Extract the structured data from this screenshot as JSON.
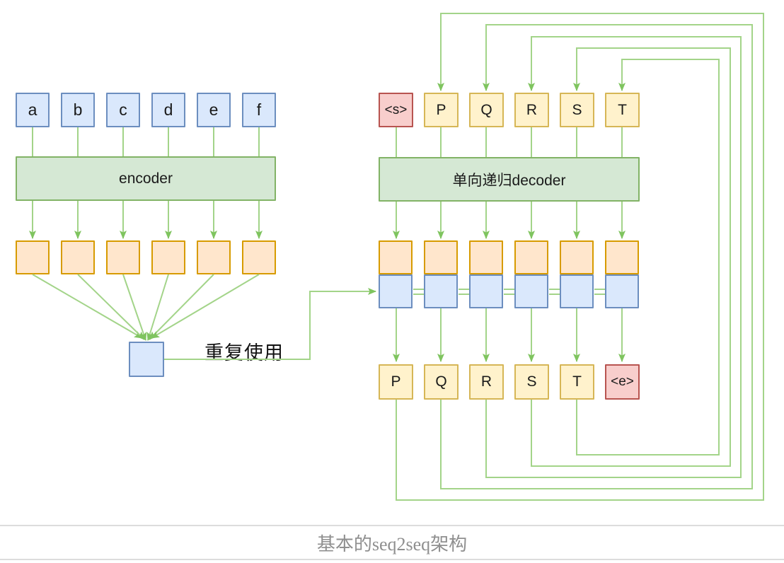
{
  "figure": {
    "encoder": {
      "label": "encoder",
      "inputs": [
        "a",
        "b",
        "c",
        "d",
        "e",
        "f"
      ]
    },
    "decoder": {
      "label": "单向递归decoder",
      "inputs": [
        "<s>",
        "P",
        "Q",
        "R",
        "S",
        "T"
      ],
      "outputs": [
        "P",
        "Q",
        "R",
        "S",
        "T",
        "<e>"
      ]
    },
    "reuse_label": "重复使用",
    "caption": "基本的seq2seq架构"
  },
  "colors": {
    "box_blue_fill": "#dae8fc",
    "box_blue_stroke": "#6c8ebf",
    "box_green_fill": "#d5e8d4",
    "box_green_stroke": "#82b366",
    "box_orange_fill": "#ffe6cc",
    "box_orange_stroke": "#d79b00",
    "box_yellow_fill": "#fff2cc",
    "box_yellow_stroke": "#d6b656",
    "box_red_fill": "#f8cecc",
    "box_red_stroke": "#b85450",
    "connector_line": "#a3d489",
    "arrowhead": "#7fc45f",
    "caption_text": "#8f8f8f",
    "divider": "#dcdcdc"
  }
}
